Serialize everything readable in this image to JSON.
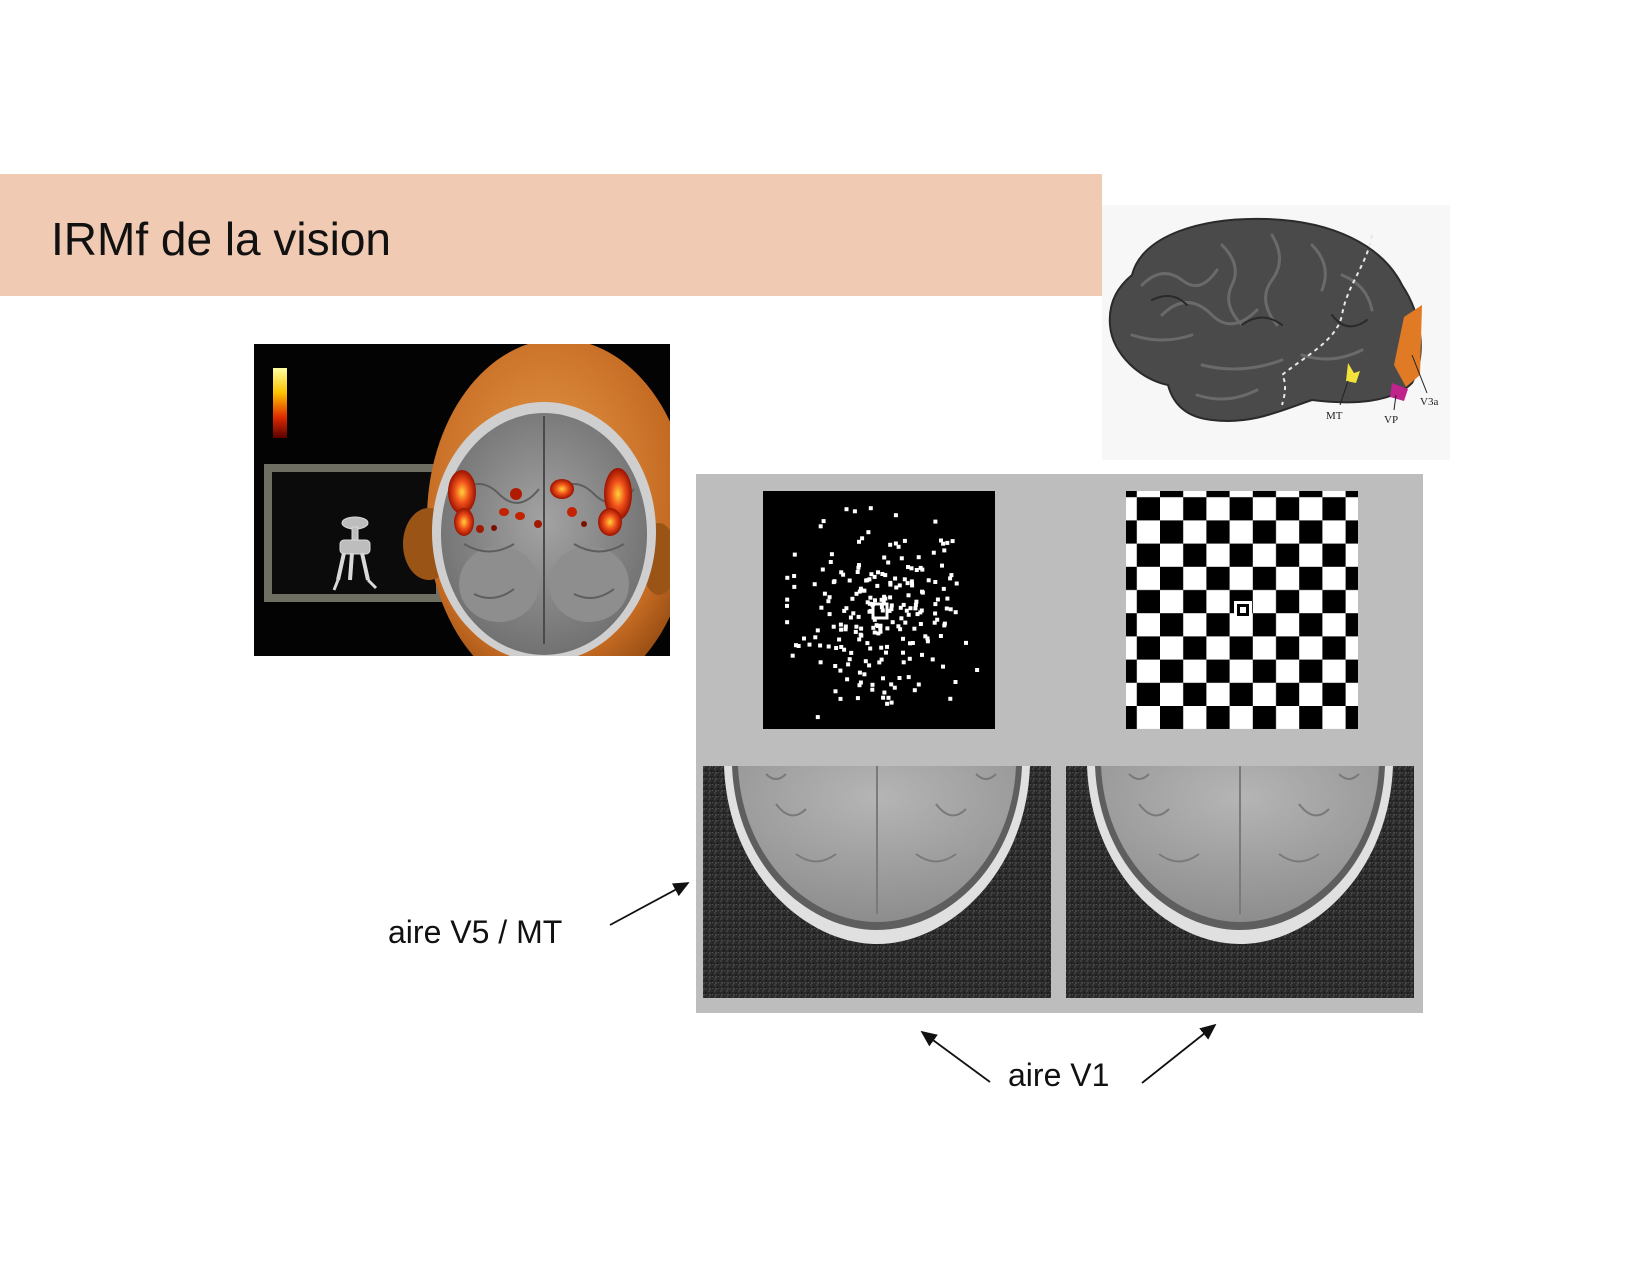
{
  "slide": {
    "title": "IRMf de la vision"
  },
  "figures": {
    "brain_lateral": {
      "area_labels": [
        "MT",
        "VP",
        "V3a"
      ]
    }
  },
  "callouts": {
    "v5_label": "aire V5 / MT",
    "v1_label": "aire V1"
  },
  "colors": {
    "title_band": "#f0cab2",
    "activation": "#e8461c",
    "mt_area": "#f2e23a",
    "vp_area": "#c0248c",
    "v3a_area": "#e07a25",
    "panel_background": "#bdbdbd"
  }
}
